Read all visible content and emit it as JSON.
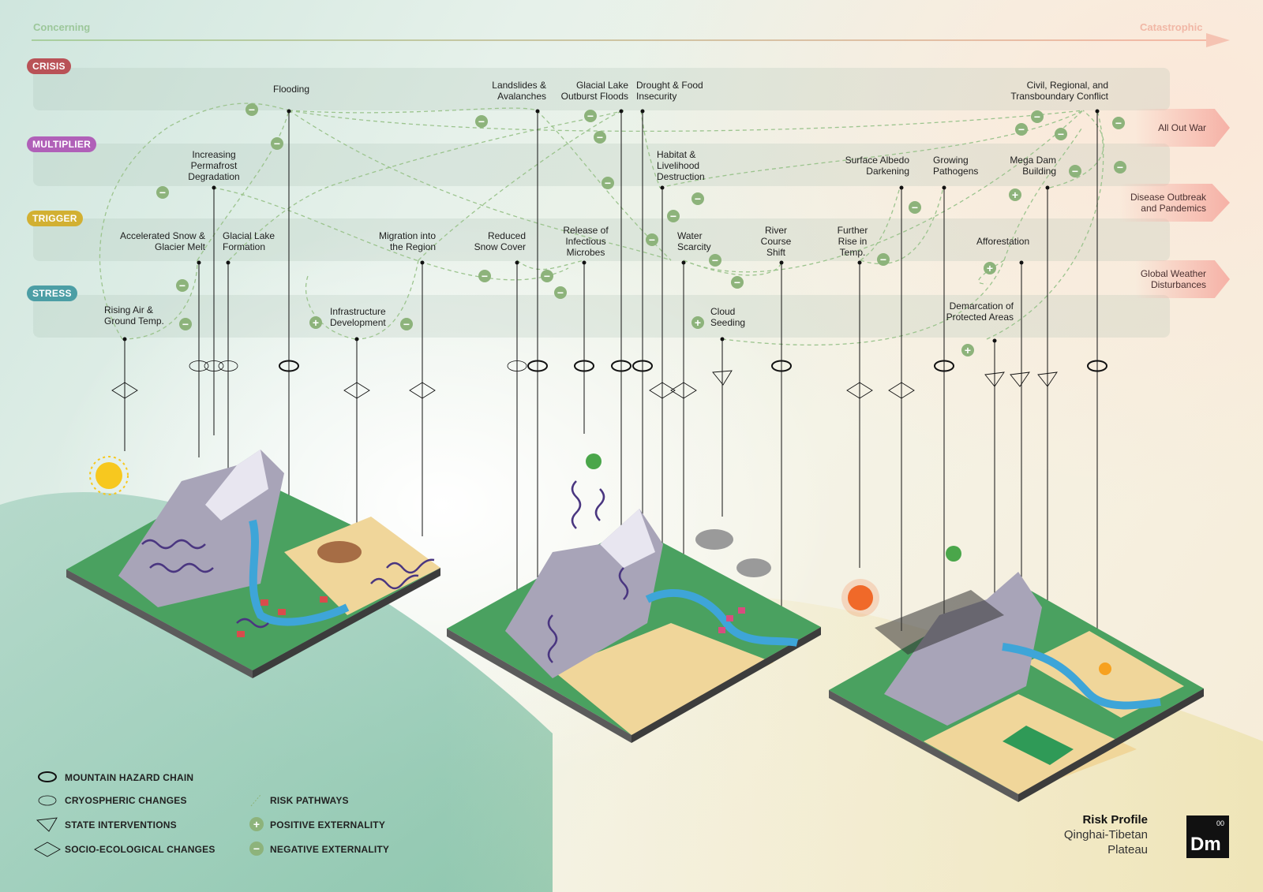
{
  "scale": {
    "left": "Concerning",
    "right": "Catastrophic"
  },
  "levels": {
    "crisis": "CRISIS",
    "multiplier": "MULTIPLIER",
    "trigger": "TRIGGER",
    "stress": "STRESS"
  },
  "level_colors": {
    "crisis": "#b95257",
    "multiplier": "#b060b8",
    "trigger": "#d2b032",
    "stress": "#4c9ea5"
  },
  "outcomes": {
    "war": "All Out War",
    "disease": "Disease Outbreak and Pandemics",
    "weather": "Global Weather Disturbances"
  },
  "nodes": {
    "flooding": "Flooding",
    "landslides": "Landslides & Avalanches",
    "glof": "Glacial Lake Outburst Floods",
    "drought": "Drought & Food Insecurity",
    "conflict": "Civil, Regional, and Transboundary Conflict",
    "permafrost": "Increasing Permafrost Degradation",
    "habitat": "Habitat & Livelihood Destruction",
    "albedo": "Surface Albedo Darkening",
    "pathogens": "Growing Pathogens",
    "megadam": "Mega Dam Building",
    "snowmelt": "Accelerated Snow & Glacier Melt",
    "glaciallake": "Glacial Lake Formation",
    "migration": "Migration into the Region",
    "snowcover": "Reduced Snow Cover",
    "microbes": "Release of Infectious Microbes",
    "water": "Water Scarcity",
    "river": "River Course Shift",
    "temp": "Further Rise in Temp.",
    "afforest": "Afforestation",
    "airtemp": "Rising Air & Ground Temp.",
    "infra": "Infrastructure Development",
    "cloud": "Cloud Seeding",
    "protected": "Demarcation of Protected Areas"
  },
  "legend": {
    "hazard": "MOUNTAIN HAZARD CHAIN",
    "cryo": "CRYOSPHERIC CHANGES",
    "state": "STATE INTERVENTIONS",
    "socio": "SOCIO-ECOLOGICAL CHANGES",
    "risk": "RISK PATHWAYS",
    "positive": "POSITIVE EXTERNALITY",
    "negative": "NEGATIVE EXTERNALITY"
  },
  "title": {
    "main": "Risk Profile",
    "line1": "Qinghai-Tibetan",
    "line2": "Plateau",
    "logo": "Dm",
    "number": "00"
  }
}
